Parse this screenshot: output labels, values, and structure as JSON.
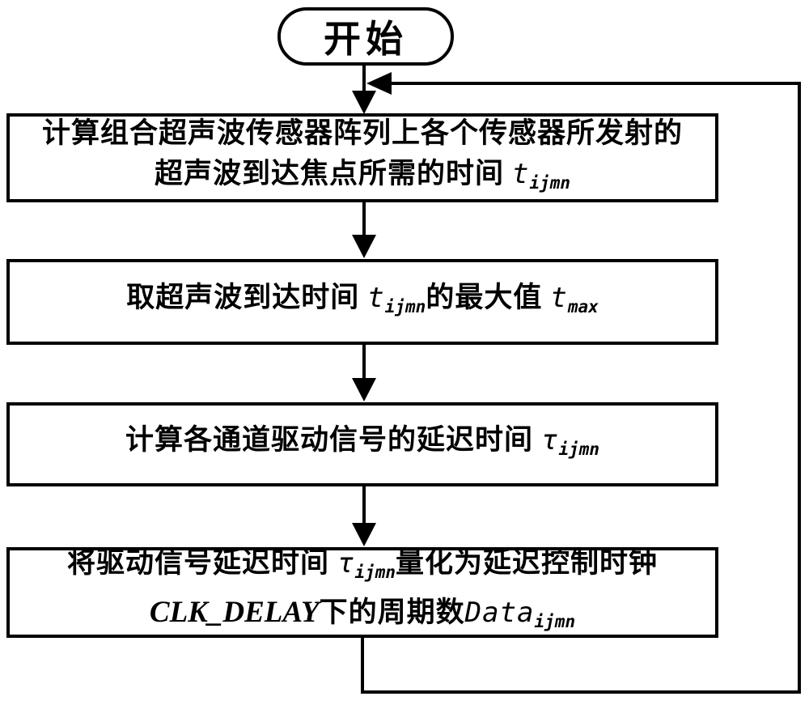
{
  "flowchart": {
    "colors": {
      "background": "#ffffff",
      "stroke": "#000000",
      "text": "#000000"
    },
    "start": {
      "label": "开始"
    },
    "box1": {
      "line1": "计算组合超声波传感器阵列上各个传感器所发射的",
      "line2_text": "超声波到达焦点所需的时间",
      "line2_var": "t",
      "line2_sub": "ijmn"
    },
    "box2": {
      "text1": "取超声波到达时间",
      "var1": "t",
      "sub1": "ijmn",
      "text2": "的最大值",
      "var2": "t",
      "sub2": "max"
    },
    "box3": {
      "text1": "计算各通道驱动信号的延迟时间",
      "var1": "τ",
      "sub1": "ijmn"
    },
    "box4": {
      "line1_text1": "将驱动信号延迟时间",
      "line1_var": "τ",
      "line1_sub": "ijmn",
      "line1_text2": "量化为延迟控制时钟",
      "line2_var1": "CLK_DELAY",
      "line2_text1": "下的周期数",
      "line2_var2": "Data",
      "line2_sub": "ijmn"
    }
  }
}
